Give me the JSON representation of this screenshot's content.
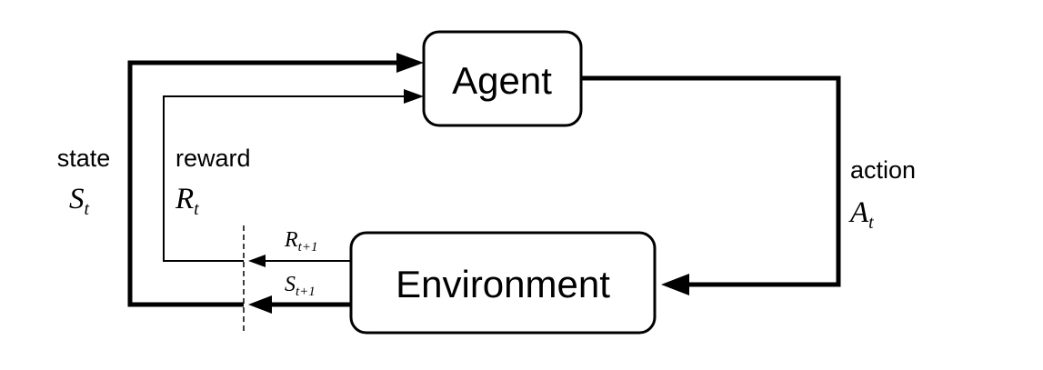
{
  "diagram": {
    "nodes": {
      "agent": {
        "label": "Agent"
      },
      "environment": {
        "label": "Environment"
      }
    },
    "edges": {
      "state": {
        "word": "state",
        "symbol": "S",
        "subscript": "t"
      },
      "reward": {
        "word": "reward",
        "symbol": "R",
        "subscript": "t"
      },
      "action": {
        "word": "action",
        "symbol": "A",
        "subscript": "t"
      },
      "next_reward": {
        "symbol": "R",
        "subscript": "t+1"
      },
      "next_state": {
        "symbol": "S",
        "subscript": "t+1"
      }
    },
    "colors": {
      "stroke": "#000000",
      "background": "#ffffff"
    }
  }
}
